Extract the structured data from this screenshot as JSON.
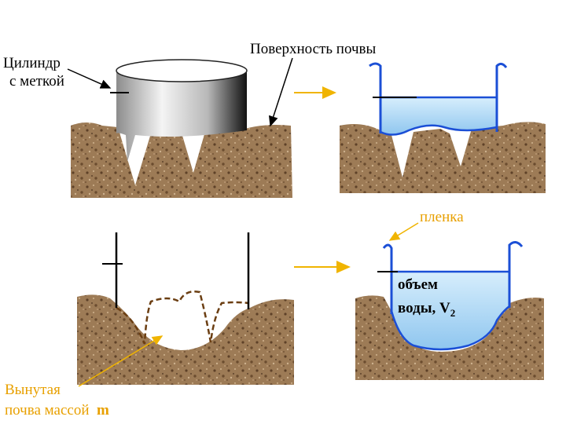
{
  "labels": {
    "cylinder_line1": "Цилиндр",
    "cylinder_line2": "с меткой",
    "soil_surface": "Поверхность почвы",
    "film": "пленка",
    "water_volume_line1": "объем",
    "water_volume_line2": "воды, V",
    "water_volume_sub": "2",
    "removed_soil_line1": "Вынутая",
    "removed_soil_line2": "почва массой",
    "mass_symbol": "m"
  },
  "colors": {
    "soil": "#9b7a55",
    "water": "#a9d6f5",
    "water_edge": "#1b4fd6",
    "arrow": "#f0b400",
    "dashed_outline": "#6b3e12"
  }
}
